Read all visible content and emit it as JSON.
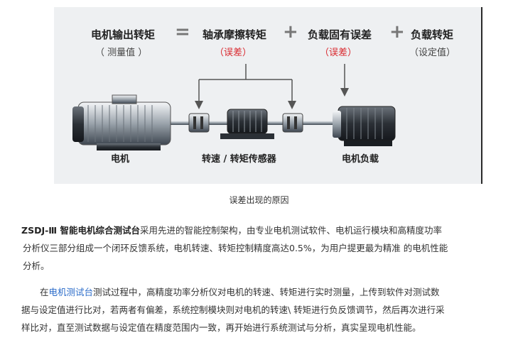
{
  "figure": {
    "eq_items": [
      {
        "label": "电机输出转矩",
        "sub": "（ 测量值 ）"
      },
      {
        "label": "轴承摩擦转矩",
        "sub": "（误差）"
      },
      {
        "label": "负载固有误差",
        "sub": "（误差）"
      },
      {
        "label": "负载转矩",
        "sub": "（设定值）"
      }
    ],
    "ops": [
      "=",
      "+",
      "+"
    ],
    "component_labels": {
      "motor": "电机",
      "sensor": "转速 / 转矩传感器",
      "load": "电机负载"
    }
  },
  "figure_caption": "误差出现的原因",
  "paragraph1": {
    "lead": "ZSDJ-Ⅲ 智能电机综合测试台",
    "line1_rest": "采用先进的智能控制架构，由专业电机测试软件、电机运行模块和高精度功率",
    "line2": "分析仪三部分组成一个闭环反馈系统，电机转速、转矩控制精度高达0.5%，为用户提更最为精准 的电机性能",
    "line3": "分析。"
  },
  "paragraph2": {
    "pre": "在",
    "link": "电机测试台",
    "line1_rest": "测试过程中，高精度功率分析仪对电机的转速、转矩进行实时测量，上传到软件对测试数",
    "line2": "据与设定值进行比对，若两者有偏差，系统控制模块则对电机的转速\\ 转矩进行负反馈调节，然后再次进行采",
    "line3": "样比对，直至测试数据与设定值在精度范围内一致，再开始进行系统测试与分析，真实呈现电机性能。"
  },
  "colors": {
    "error_red": "#d9262c",
    "link_blue": "#2a6bc9",
    "panel_bg": "#eef0f2"
  }
}
